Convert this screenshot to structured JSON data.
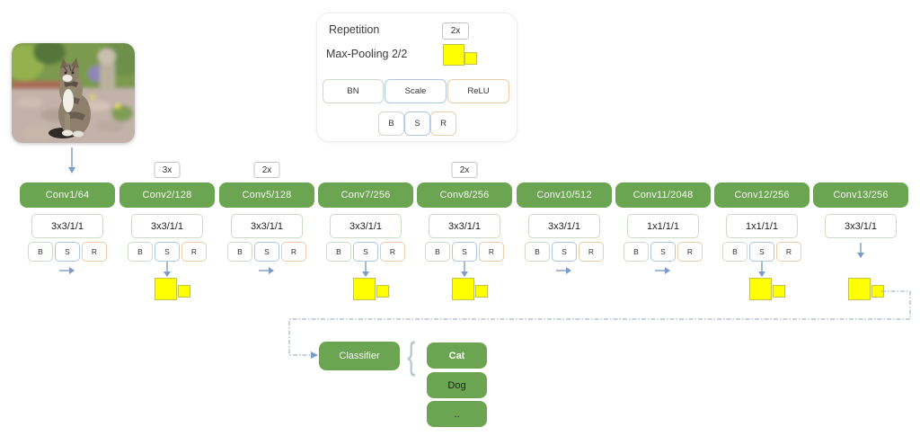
{
  "input": {
    "image_alt": "cat sitting on garden path"
  },
  "legend": {
    "repetition_label": "Repetition",
    "repetition_value": "2x",
    "maxpool_label": "Max-Pooling 2/2",
    "bn_label": "BN",
    "scale_label": "Scale",
    "relu_label": "ReLU",
    "b_label": "B",
    "s_label": "S",
    "r_label": "R"
  },
  "bsr_labels": [
    "B",
    "S",
    "R"
  ],
  "columns": [
    {
      "label": "Conv1/64",
      "kernel": "3x3/1/1",
      "rep": "",
      "bsr": true,
      "arrow": "right",
      "pooling": false
    },
    {
      "label": "Conv2/128",
      "kernel": "3x3/1/1",
      "rep": "3x",
      "bsr": true,
      "arrow": "down",
      "pooling": true
    },
    {
      "label": "Conv5/128",
      "kernel": "3x3/1/1",
      "rep": "2x",
      "bsr": true,
      "arrow": "right",
      "pooling": false
    },
    {
      "label": "Conv7/256",
      "kernel": "3x3/1/1",
      "rep": "",
      "bsr": true,
      "arrow": "down",
      "pooling": true
    },
    {
      "label": "Conv8/256",
      "kernel": "3x3/1/1",
      "rep": "2x",
      "bsr": true,
      "arrow": "down",
      "pooling": true
    },
    {
      "label": "Conv10/512",
      "kernel": "3x3/1/1",
      "rep": "",
      "bsr": true,
      "arrow": "right",
      "pooling": false
    },
    {
      "label": "Conv11/2048",
      "kernel": "1x1/1/1",
      "rep": "",
      "bsr": true,
      "arrow": "right",
      "pooling": false
    },
    {
      "label": "Conv12/256",
      "kernel": "1x1/1/1",
      "rep": "",
      "bsr": true,
      "arrow": "down",
      "pooling": true
    },
    {
      "label": "Conv13/256",
      "kernel": "3x3/1/1",
      "rep": "",
      "bsr": false,
      "arrow": "down",
      "pooling": true
    }
  ],
  "classifier": {
    "label": "Classifier"
  },
  "outputs": [
    {
      "label": "Cat",
      "highlight": true
    },
    {
      "label": "Dog",
      "highlight": false
    },
    {
      "label": "..",
      "highlight": false
    }
  ],
  "icons": {
    "flow_arrow": "steel-blue arrow",
    "skip_connection": "gray dash-dot connector",
    "maxpool": "yellow squares large-to-small",
    "output_brace": "curly brace"
  },
  "colors": {
    "block_green": "#6ba552",
    "pool_yellow": "#ffff00",
    "arrow_blue": "#7a9cc6",
    "dash_gray_blue": "#a3b6c8",
    "border_bn_green": "#ccdcc6",
    "border_scale_blue": "#abc8e2",
    "border_relu_orange": "#edcba6",
    "border_gray": "#c4c4c4"
  }
}
